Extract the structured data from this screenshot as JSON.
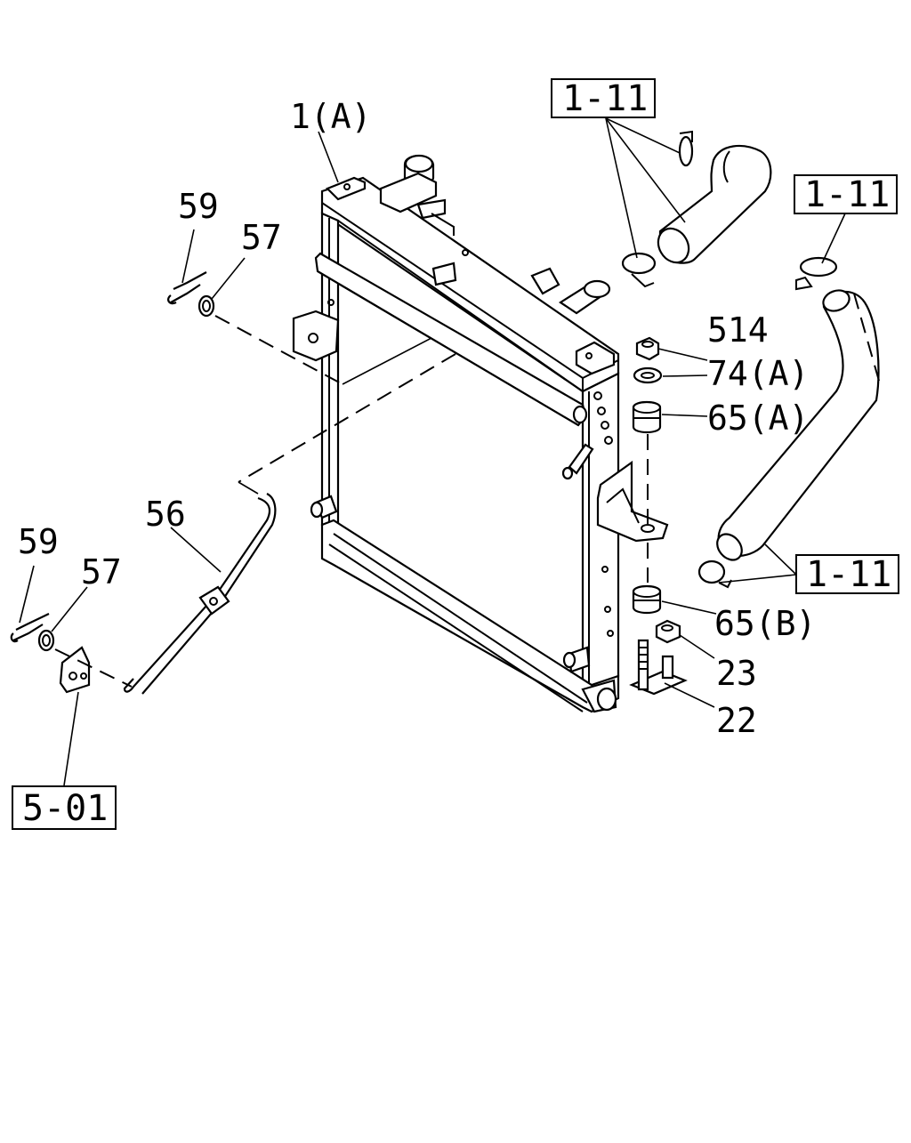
{
  "diagram": {
    "callouts": [
      {
        "id": "c-1a",
        "text": "1(A)"
      },
      {
        "id": "c-59-top",
        "text": "59"
      },
      {
        "id": "c-57-top",
        "text": "57"
      },
      {
        "id": "c-56",
        "text": "56"
      },
      {
        "id": "c-59-bot",
        "text": "59"
      },
      {
        "id": "c-57-bot",
        "text": "57"
      },
      {
        "id": "c-514",
        "text": "514"
      },
      {
        "id": "c-74a",
        "text": "74(A)"
      },
      {
        "id": "c-65a",
        "text": "65(A)"
      },
      {
        "id": "c-65b",
        "text": "65(B)"
      },
      {
        "id": "c-23",
        "text": "23"
      },
      {
        "id": "c-22",
        "text": "22"
      }
    ],
    "references": [
      {
        "id": "r-top",
        "text": "1-11"
      },
      {
        "id": "r-right-top",
        "text": "1-11"
      },
      {
        "id": "r-right-bot",
        "text": "1-11"
      },
      {
        "id": "r-bottom-left",
        "text": "5-01"
      }
    ]
  }
}
